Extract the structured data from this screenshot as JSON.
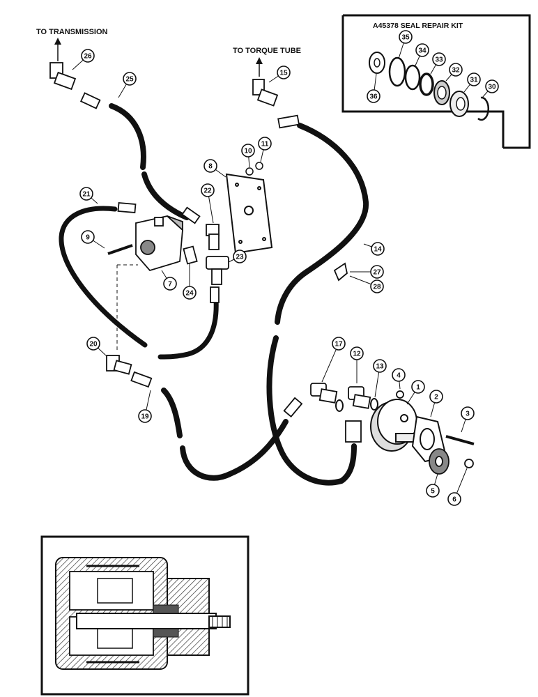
{
  "labels": {
    "to_transmission": "TO TRANSMISSION",
    "to_torque_tube": "TO TORQUE TUBE",
    "seal_kit_title": "A45378 SEAL REPAIR KIT"
  },
  "callouts": [
    "1",
    "2",
    "3",
    "4",
    "5",
    "6",
    "7",
    "8",
    "9",
    "10",
    "11",
    "12",
    "13",
    "14",
    "15",
    "17",
    "19",
    "20",
    "21",
    "22",
    "23",
    "24",
    "25",
    "26",
    "27",
    "28",
    "30",
    "31",
    "32",
    "33",
    "34",
    "35",
    "36"
  ],
  "colors": {
    "ink": "#111111",
    "paper": "#ffffff",
    "hatch": "#333333"
  }
}
